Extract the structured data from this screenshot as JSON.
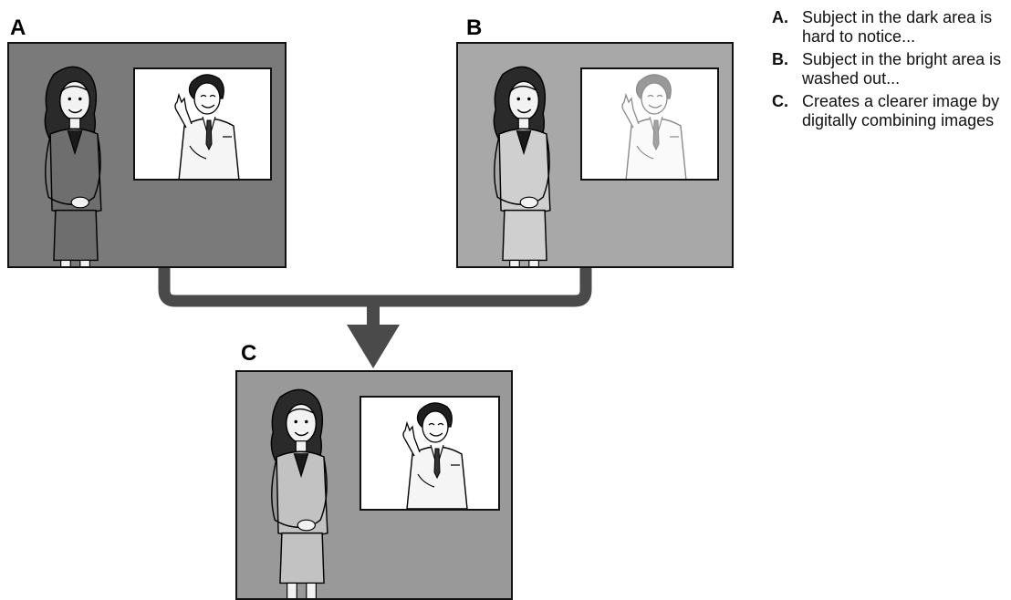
{
  "panels": [
    {
      "letter": "A",
      "tone": "dark"
    },
    {
      "letter": "B",
      "tone": "bright"
    },
    {
      "letter": "C",
      "tone": "combined"
    }
  ],
  "legend": [
    {
      "key": "A.",
      "text": "Subject in the dark area is hard to notice..."
    },
    {
      "key": "B.",
      "text": "Subject in the bright area is washed out..."
    },
    {
      "key": "C.",
      "text": "Creates a clearer image by digitally combining images"
    }
  ],
  "colors": {
    "dark_background": "#7a7a7a",
    "bright_background": "#a8a8a8",
    "combined_background": "#999999",
    "connector": "#4a4a4a"
  }
}
